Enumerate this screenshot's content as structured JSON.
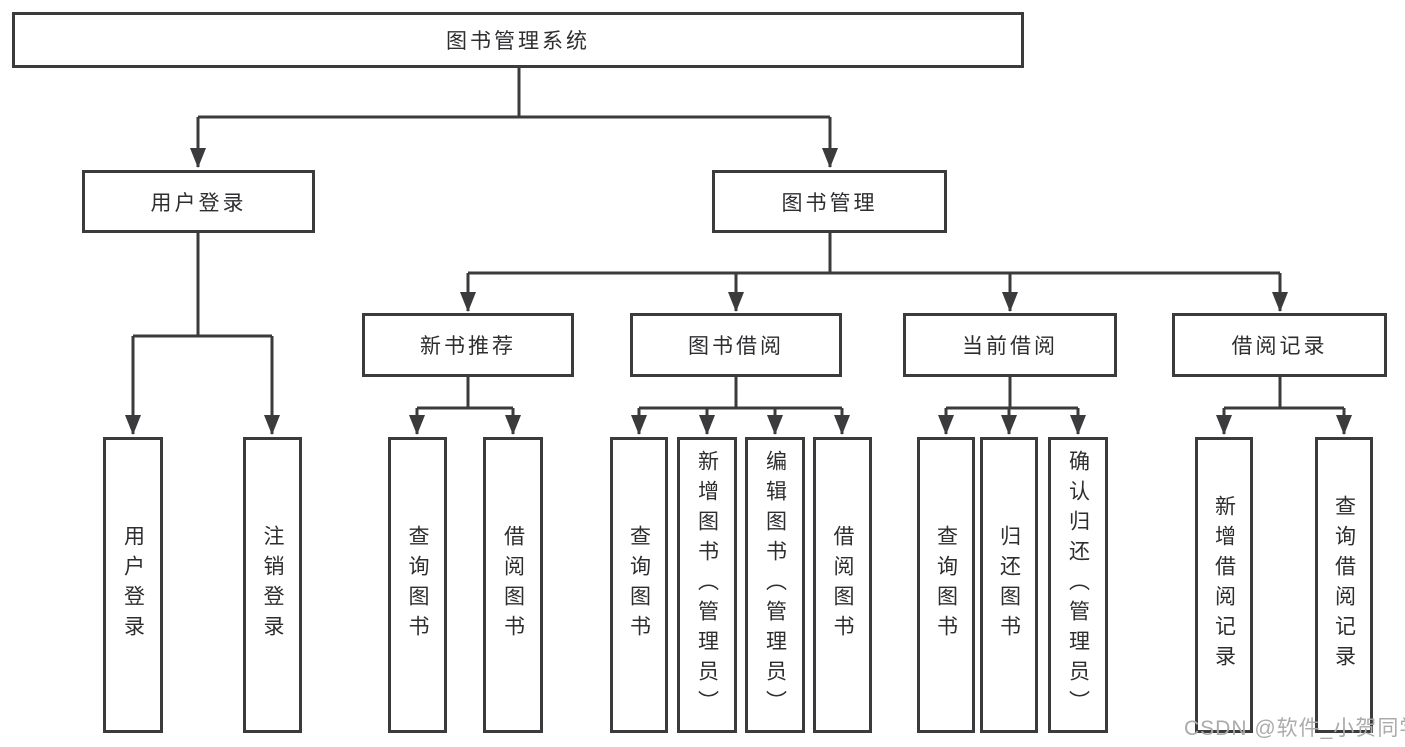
{
  "diagram": {
    "root": {
      "label": "图书管理系统"
    },
    "branches": [
      {
        "label": "用户登录",
        "children": [
          {
            "label": "用户登录"
          },
          {
            "label": "注销登录"
          }
        ]
      },
      {
        "label": "图书管理",
        "children": [
          {
            "label": "新书推荐",
            "children": [
              {
                "label": "查询图书"
              },
              {
                "label": "借阅图书"
              }
            ]
          },
          {
            "label": "图书借阅",
            "children": [
              {
                "label": "查询图书"
              },
              {
                "label": "新增图书（管理员）"
              },
              {
                "label": "编辑图书（管理员）"
              },
              {
                "label": "借阅图书"
              }
            ]
          },
          {
            "label": "当前借阅",
            "children": [
              {
                "label": "查询图书"
              },
              {
                "label": "归还图书"
              },
              {
                "label": "确认归还（管理员）"
              }
            ]
          },
          {
            "label": "借阅记录",
            "children": [
              {
                "label": "新增借阅记录"
              },
              {
                "label": "查询借阅记录"
              }
            ]
          }
        ]
      }
    ]
  },
  "watermark": {
    "text": "CSDN @软件_小贺同学"
  },
  "colors": {
    "line": "#3b3b3d",
    "box_border": "#3b3b3d",
    "text": "#2e2e30",
    "watermark": "#ababab",
    "background": "#ffffff"
  }
}
